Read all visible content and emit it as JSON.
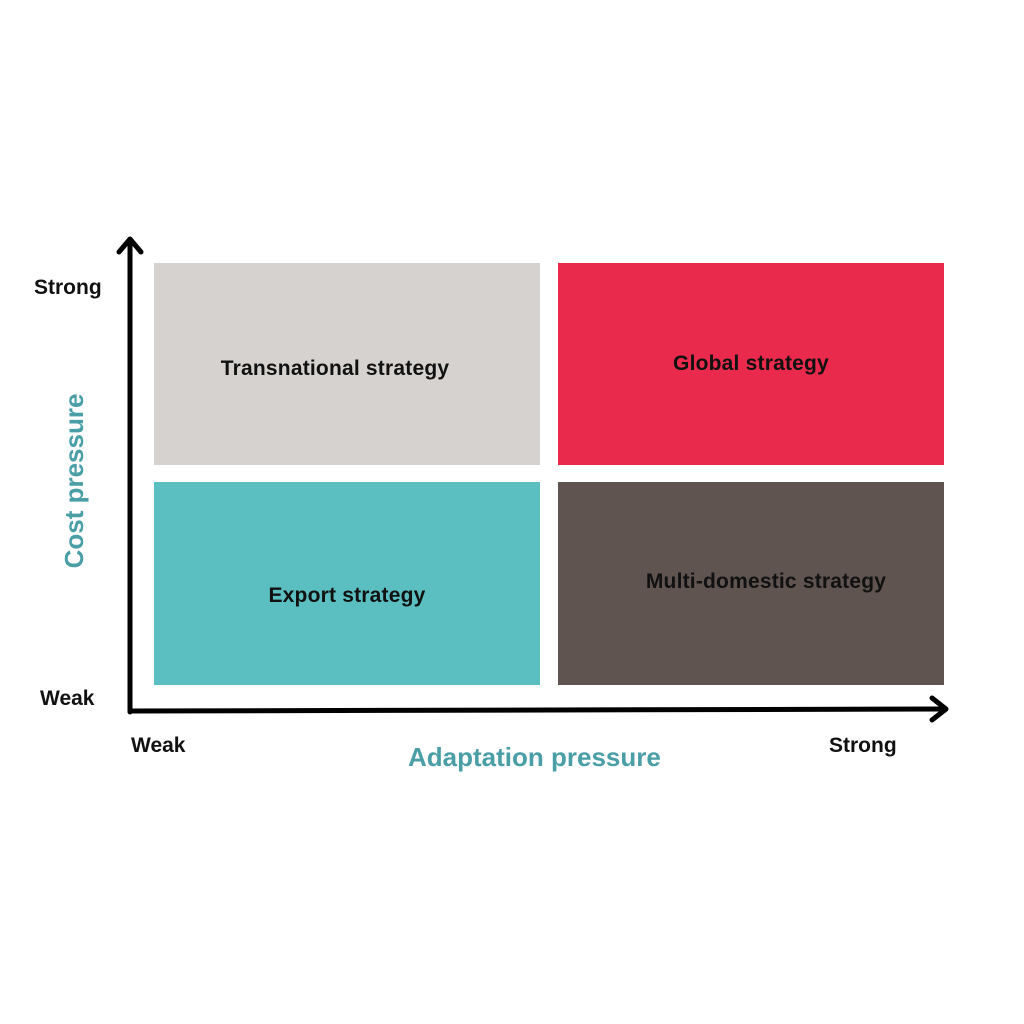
{
  "colors": {
    "top_left": "#d5d2cf",
    "top_right": "#e92a4c",
    "bottom_left": "#5bbfc1",
    "bottom_right": "#5f5450",
    "axis": "#000000",
    "axis_title": "#4a9ea6"
  },
  "quadrants": {
    "top_left": "Transnational strategy",
    "top_right": "Global strategy",
    "bottom_left": "Export strategy",
    "bottom_right": "Multi-domestic strategy"
  },
  "y_axis": {
    "title": "Cost pressure",
    "high": "Strong",
    "low": "Weak"
  },
  "x_axis": {
    "title": "Adaptation pressure",
    "low": "Weak",
    "high": "Strong"
  }
}
